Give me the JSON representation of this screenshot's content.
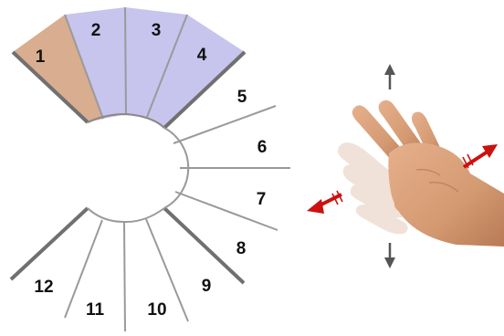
{
  "diagram": {
    "segments": [
      {
        "label": "1",
        "fill": "#d9ad8f"
      },
      {
        "label": "2",
        "fill": "#c7c4ee"
      },
      {
        "label": "3",
        "fill": "#c7c4ee"
      },
      {
        "label": "4",
        "fill": "#c7c4ee"
      },
      {
        "label": "5",
        "fill": "none"
      },
      {
        "label": "6",
        "fill": "none"
      },
      {
        "label": "7",
        "fill": "none"
      },
      {
        "label": "8",
        "fill": "none"
      },
      {
        "label": "9",
        "fill": "none"
      },
      {
        "label": "10",
        "fill": "none"
      },
      {
        "label": "11",
        "fill": "none"
      },
      {
        "label": "12",
        "fill": "none"
      }
    ],
    "colors": {
      "spoke": "#9a9a9a",
      "boundary": "#707070",
      "arrow_red": "#cc1111",
      "arrow_gray": "#555555",
      "skin": "#d9a27e"
    },
    "hand_figure": {
      "arrow_up": "up-arrow-icon",
      "arrow_down": "down-arrow-icon",
      "arrow_right": "red-right-arrow-icon",
      "arrow_left": "red-left-arrow-icon"
    }
  }
}
